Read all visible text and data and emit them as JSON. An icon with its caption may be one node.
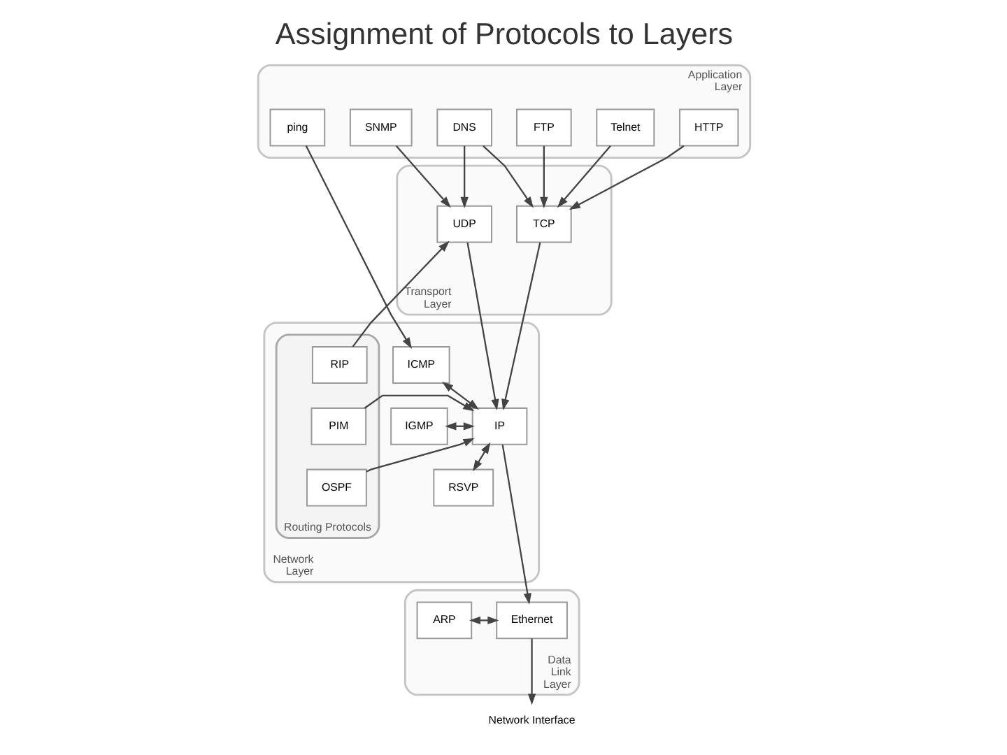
{
  "diagram": {
    "title": "Assignment of Protocols to Layers",
    "nodes": [
      {
        "text": [
          "Application Layer"
        ]
      },
      {
        "text": [
          "ping"
        ],
        "in": 0
      },
      {
        "text": [
          "HTTP"
        ],
        "in": 0
      },
      {
        "text": [
          "Telnet"
        ],
        "in": 0
      },
      {
        "text": [
          "FTP"
        ],
        "in": 0
      },
      {
        "text": [
          "DNS"
        ],
        "in": 0
      },
      {
        "text": [
          "SNMP"
        ],
        "in": 0
      },
      {
        "text": [
          "Transport Layer"
        ]
      },
      {
        "text": [
          "TCP"
        ],
        "in": 7
      },
      {
        "text": [
          "UDP"
        ],
        "in": 7
      },
      {
        "text": [
          "Network Layer"
        ]
      },
      {
        "text": [
          "ICMP"
        ],
        "in": 10
      },
      {
        "text": [
          "IGMP"
        ],
        "in": 10
      },
      {
        "text": [
          "RSVP"
        ],
        "in": 10
      },
      {
        "text": [
          "IP"
        ],
        "in": 10
      },
      {
        "text": [
          "Routing Protocols"
        ],
        "in": 10
      },
      {
        "text": [
          "RIP"
        ],
        "in": 15
      },
      {
        "text": [
          "PIM"
        ],
        "in": 15
      },
      {
        "text": [
          "OSPF"
        ],
        "in": 15
      },
      {
        "text": [
          "Data Link Layer"
        ]
      },
      {
        "text": [
          "ARP"
        ],
        "in": 19
      },
      {
        "text": [
          "Ethernet"
        ],
        "in": 19
      },
      {
        "text": [
          "Network Interface"
        ]
      }
    ],
    "edges": [
      {
        "from": 1,
        "to": 11,
        "arrow": "to"
      },
      {
        "from": 2,
        "to": 8,
        "arrow": "to"
      },
      {
        "from": 3,
        "to": 8,
        "arrow": "to"
      },
      {
        "from": 4,
        "to": 8,
        "arrow": "to"
      },
      {
        "from": 5,
        "to": 8,
        "arrow": "to"
      },
      {
        "from": 5,
        "to": 9,
        "arrow": "to"
      },
      {
        "from": 6,
        "to": 9,
        "arrow": "to"
      },
      {
        "from": 8,
        "to": 14,
        "arrow": "to"
      },
      {
        "from": 9,
        "to": 14,
        "arrow": "to"
      },
      {
        "from": 16,
        "to": 9,
        "arrow": "to"
      },
      {
        "from": 11,
        "to": 14,
        "arrow": "both"
      },
      {
        "from": 12,
        "to": 14,
        "arrow": "both"
      },
      {
        "from": 13,
        "to": 14,
        "arrow": "both"
      },
      {
        "from": 17,
        "to": 14,
        "arrow": "to"
      },
      {
        "from": 18,
        "to": 14,
        "arrow": "to"
      },
      {
        "from": 14,
        "to": 21,
        "arrow": "to"
      },
      {
        "from": 20,
        "to": 21,
        "arrow": "both"
      },
      {
        "from": 21,
        "to": 22,
        "arrow": "to"
      }
    ]
  }
}
